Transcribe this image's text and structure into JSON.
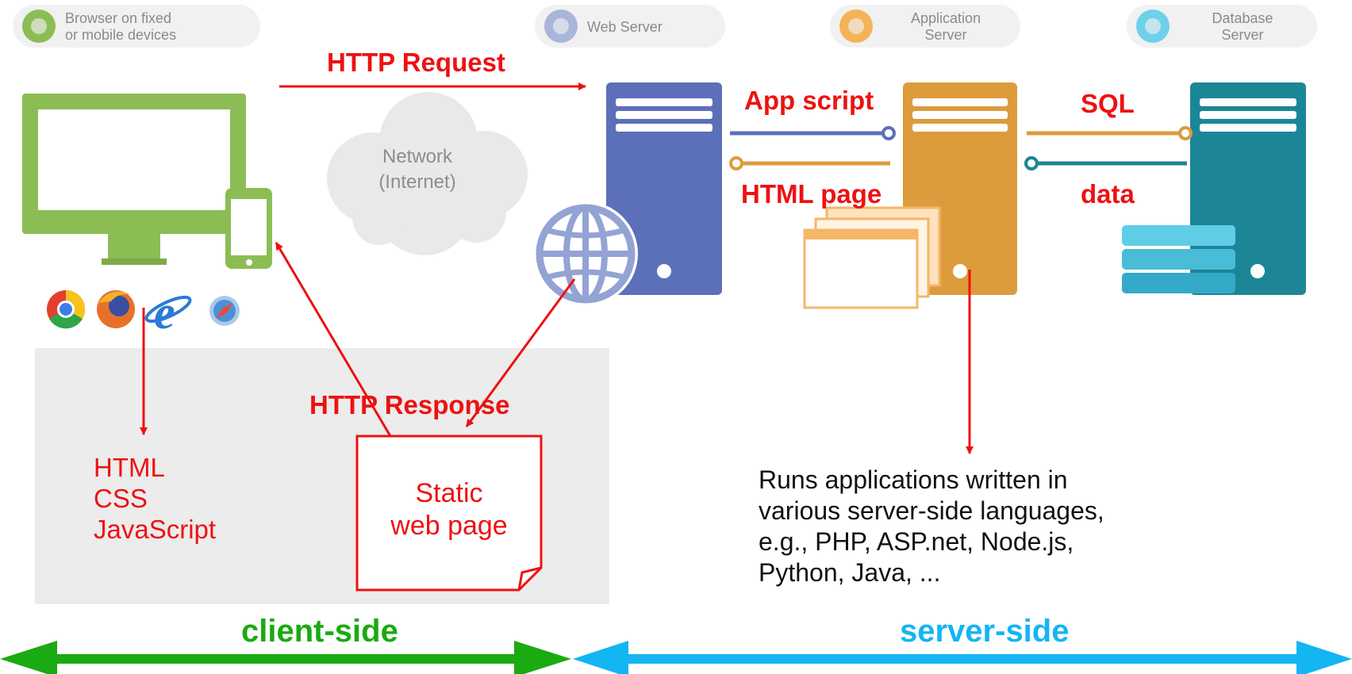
{
  "tiers": [
    {
      "label_line1": "Browser on fixed",
      "label_line2": "or mobile devices",
      "color": "#8cbd55"
    },
    {
      "label_line1": "Web Server",
      "label_line2": "",
      "color": "#a9b6db"
    },
    {
      "label_line1": "Application",
      "label_line2": "Server",
      "color": "#f2b457"
    },
    {
      "label_line1": "Database",
      "label_line2": "Server",
      "color": "#6fd0ea"
    }
  ],
  "network": {
    "line1": "Network",
    "line2": "(Internet)"
  },
  "labels": {
    "http_request": "HTTP Request",
    "app_script": "App script",
    "html_page": "HTML page",
    "sql": "SQL",
    "data": "data",
    "http_response": "HTTP Response"
  },
  "client_tech": [
    "HTML",
    "CSS",
    "JavaScript"
  ],
  "static_page": {
    "line1": "Static",
    "line2": "web page"
  },
  "server_desc": [
    "Runs applications written in",
    "various server-side languages,",
    "e.g., PHP, ASP.net, Node.js,",
    "Python, Java, ..."
  ],
  "sides": {
    "client": "client-side",
    "server": "server-side"
  },
  "colors": {
    "annotation": "#ee1111",
    "client_side": "#1aaa11",
    "server_side": "#13b5f2",
    "monitor": "#8cbd55",
    "web_server": "#5c6fb9",
    "app_server": "#dc9c3c",
    "db_server": "#1c8696",
    "db_disks": "#5fcde6"
  },
  "icons": [
    "chrome-icon",
    "firefox-icon",
    "internet-explorer-icon",
    "safari-icon",
    "globe-icon"
  ]
}
